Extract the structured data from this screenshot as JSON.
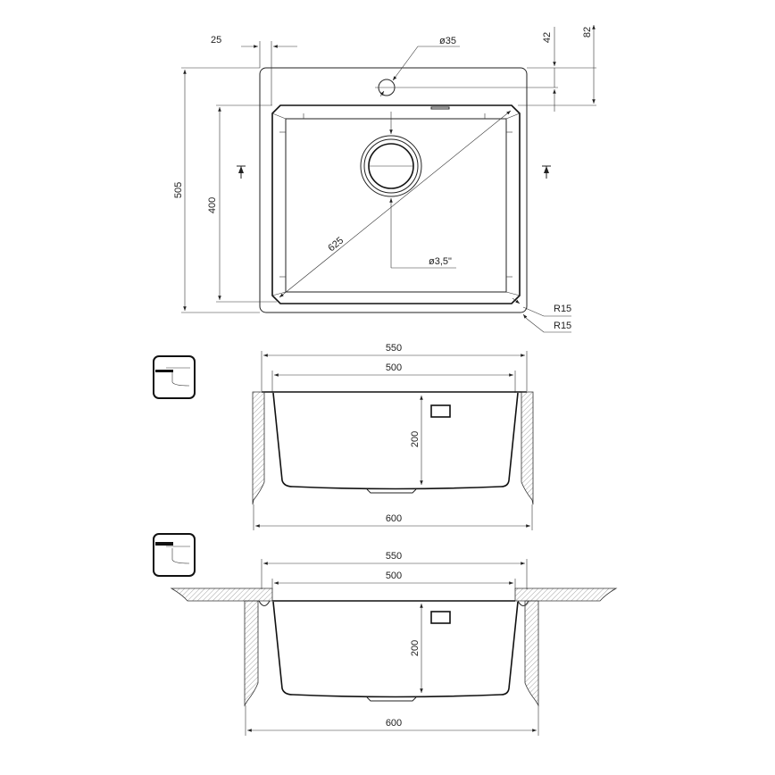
{
  "top_view": {
    "dim_overall_height": "505",
    "dim_bowl_height": "400",
    "dim_rim": "25",
    "dim_tap_hole": "ø35",
    "dim_tap_offset": "42",
    "dim_bowl_offset": "82",
    "dim_diagonal": "625",
    "dim_drain": "ø3,5\"",
    "dim_radius_inner": "R15",
    "dim_radius_outer": "R15"
  },
  "section_flush": {
    "dim_outer": "550",
    "dim_inner": "500",
    "dim_depth": "200",
    "dim_cabinet": "600",
    "icon": "flush-mount-icon"
  },
  "section_undermount": {
    "dim_outer": "550",
    "dim_inner": "500",
    "dim_depth": "200",
    "dim_cabinet": "600",
    "icon": "undermount-icon"
  }
}
